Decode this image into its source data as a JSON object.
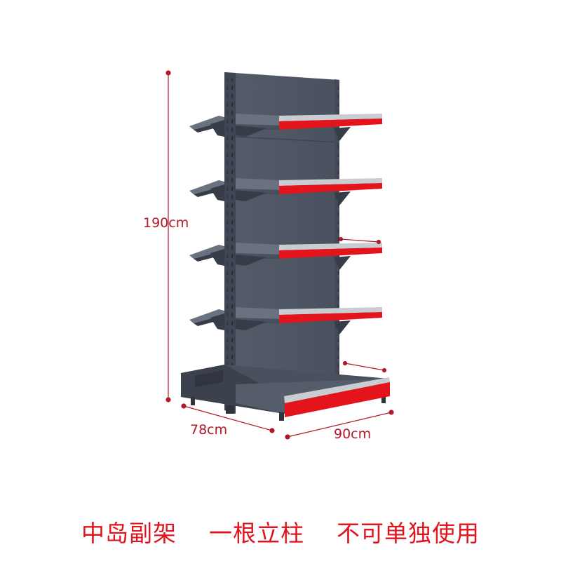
{
  "product": {
    "dimensions": {
      "height": "190cm",
      "depth": "78cm",
      "width": "90cm"
    },
    "caption": "中岛副架    一根立柱    不可单独使用",
    "colors": {
      "frame": "#4b5260",
      "frame_dark": "#363c48",
      "frame_light": "#6a7180",
      "price_strip": "#e3141b",
      "price_strip_top": "#c9cdd2",
      "dimension_line": "#b01a2a"
    },
    "shelf_levels": 4
  }
}
